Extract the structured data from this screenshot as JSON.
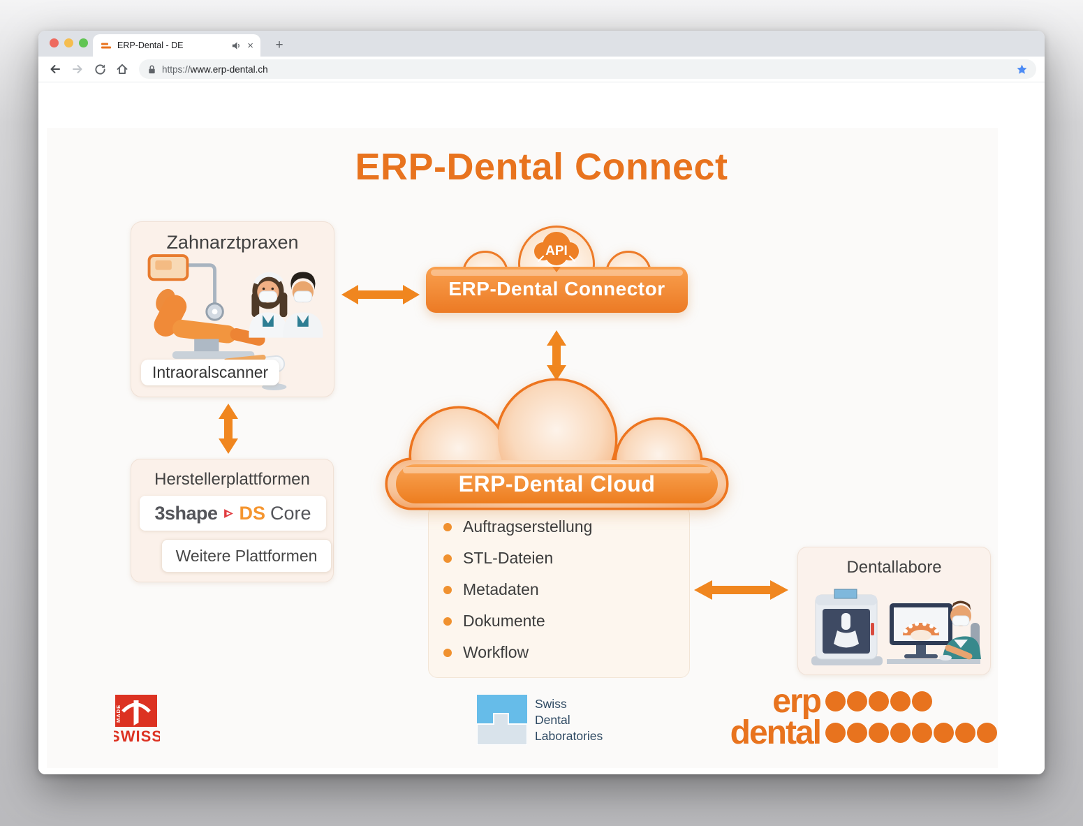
{
  "browser": {
    "tab": {
      "title": "ERP-Dental - DE",
      "close": "×",
      "new_tab": "+"
    },
    "address": {
      "scheme": "https://",
      "host": "www.erp-dental.ch"
    }
  },
  "page": {
    "title": "ERP-Dental Connect"
  },
  "practices": {
    "title": "Zahnarztpraxen",
    "scanner_label": "Intraoralscanner"
  },
  "connector": {
    "api": "API",
    "label": "ERP-Dental Connector"
  },
  "cloud": {
    "label": "ERP-Dental Cloud",
    "features": [
      "Auftragserstellung",
      "STL-Dateien",
      "Metadaten",
      "Dokumente",
      "Workflow"
    ]
  },
  "manufacturers": {
    "title": "Herstellerplattformen",
    "brand_3shape": "3shape",
    "brand_ds": "DS",
    "brand_core": "Core",
    "more": "Weitere Plattformen"
  },
  "labs": {
    "title": "Dentallabore"
  },
  "footer": {
    "swiss_made": {
      "vertical": "MADE",
      "word": "SWISS"
    },
    "sdl": [
      "Swiss",
      "Dental",
      "Laboratories"
    ],
    "erp_logo": {
      "row1_word": "erp",
      "row1_dots": 5,
      "row2_word": "dental",
      "row2_dots": 8
    }
  },
  "colors": {
    "accent": "#E8731E",
    "arrow": "#F0861F",
    "bullet": "#F0912F",
    "cloud_border": "#ED751F",
    "swiss_red": "#DC3222",
    "sdl_blue": "#66BCE9",
    "star_blue": "#4C8BF5"
  }
}
